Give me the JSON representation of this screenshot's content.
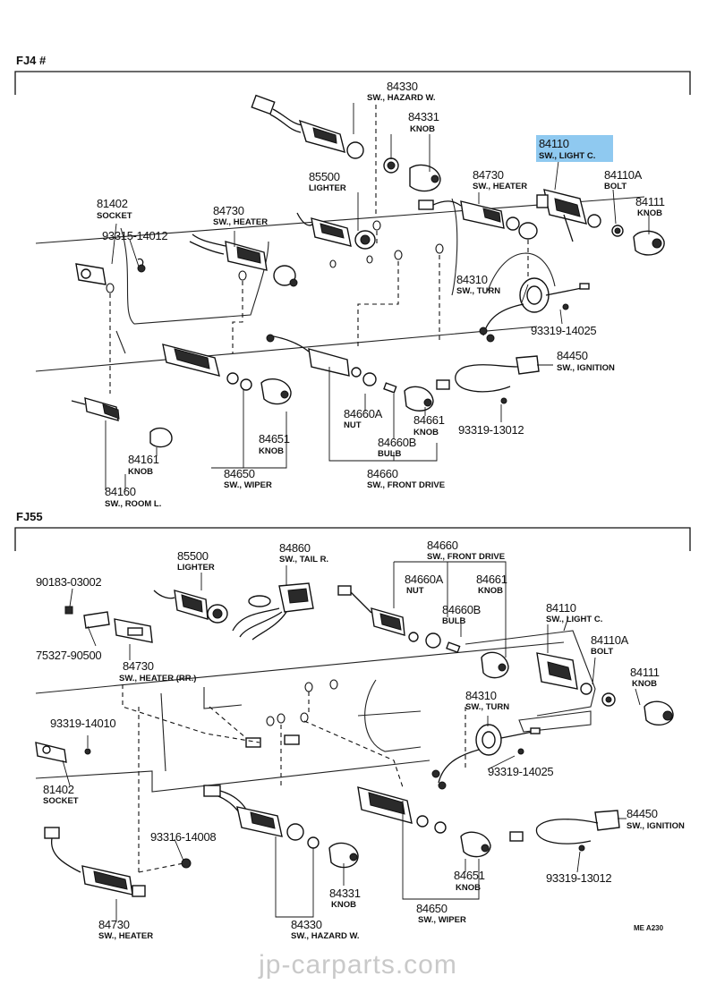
{
  "sections": {
    "top": "FJ4 #",
    "bottom": "FJ55"
  },
  "highlight_color": "#8fc9f0",
  "watermark": "jp-carparts.com",
  "corner_code": "ME  A230",
  "labels": {
    "t_84330": {
      "num": "84330",
      "desc": "SW., HAZARD W."
    },
    "t_84331": {
      "num": "84331",
      "desc": "KNOB"
    },
    "t_84110": {
      "num": "84110",
      "desc": "SW., LIGHT C."
    },
    "t_85500": {
      "num": "85500",
      "desc": "LIGHTER"
    },
    "t_84730a": {
      "num": "84730",
      "desc": "SW., HEATER"
    },
    "t_84110A": {
      "num": "84110A",
      "desc": "BOLT"
    },
    "t_81402": {
      "num": "81402",
      "desc": "SOCKET"
    },
    "t_84730b": {
      "num": "84730",
      "desc": "SW., HEATER"
    },
    "t_84111": {
      "num": "84111",
      "desc": "KNOB"
    },
    "t_93315": {
      "num": "93315-14012",
      "desc": ""
    },
    "t_84310": {
      "num": "84310",
      "desc": "SW., TURN"
    },
    "t_93319_14025": {
      "num": "93319-14025",
      "desc": ""
    },
    "t_84450": {
      "num": "84450",
      "desc": "SW., IGNITION"
    },
    "t_84660A": {
      "num": "84660A",
      "desc": "NUT"
    },
    "t_84661": {
      "num": "84661",
      "desc": "KNOB"
    },
    "t_93319_13012": {
      "num": "93319-13012",
      "desc": ""
    },
    "t_84651": {
      "num": "84651",
      "desc": "KNOB"
    },
    "t_84660B": {
      "num": "84660B",
      "desc": "BULB"
    },
    "t_84161": {
      "num": "84161",
      "desc": "KNOB"
    },
    "t_84660": {
      "num": "84660",
      "desc": "SW., FRONT DRIVE"
    },
    "t_84650": {
      "num": "84650",
      "desc": "SW., WIPER"
    },
    "t_84160": {
      "num": "84160",
      "desc": "SW., ROOM L."
    },
    "b_85500": {
      "num": "85500",
      "desc": "LIGHTER"
    },
    "b_84860": {
      "num": "84860",
      "desc": "SW., TAIL R."
    },
    "b_84660": {
      "num": "84660",
      "desc": "SW., FRONT DRIVE"
    },
    "b_90183": {
      "num": "90183-03002",
      "desc": ""
    },
    "b_84660A": {
      "num": "84660A",
      "desc": "NUT"
    },
    "b_84661": {
      "num": "84661",
      "desc": "KNOB"
    },
    "b_84660B": {
      "num": "84660B",
      "desc": "BULB"
    },
    "b_84110": {
      "num": "84110",
      "desc": "SW., LIGHT C."
    },
    "b_75327": {
      "num": "75327-90500",
      "desc": ""
    },
    "b_84730h": {
      "num": "84730",
      "desc": "SW., HEATER (RR.)"
    },
    "b_84110A": {
      "num": "84110A",
      "desc": "BOLT"
    },
    "b_84111": {
      "num": "84111",
      "desc": "KNOB"
    },
    "b_84310": {
      "num": "84310",
      "desc": "SW., TURN"
    },
    "b_93319_14010": {
      "num": "93319-14010",
      "desc": ""
    },
    "b_93319_14025": {
      "num": "93319-14025",
      "desc": ""
    },
    "b_81402": {
      "num": "81402",
      "desc": "SOCKET"
    },
    "b_84450": {
      "num": "84450",
      "desc": "SW., IGNITION"
    },
    "b_93316": {
      "num": "93316-14008",
      "desc": ""
    },
    "b_84651": {
      "num": "84651",
      "desc": "KNOB"
    },
    "b_93319_13012": {
      "num": "93319-13012",
      "desc": ""
    },
    "b_84331": {
      "num": "84331",
      "desc": "KNOB"
    },
    "b_84650": {
      "num": "84650",
      "desc": "SW., WIPER"
    },
    "b_84730": {
      "num": "84730",
      "desc": "SW., HEATER"
    },
    "b_84330": {
      "num": "84330",
      "desc": "SW., HAZARD W."
    }
  }
}
